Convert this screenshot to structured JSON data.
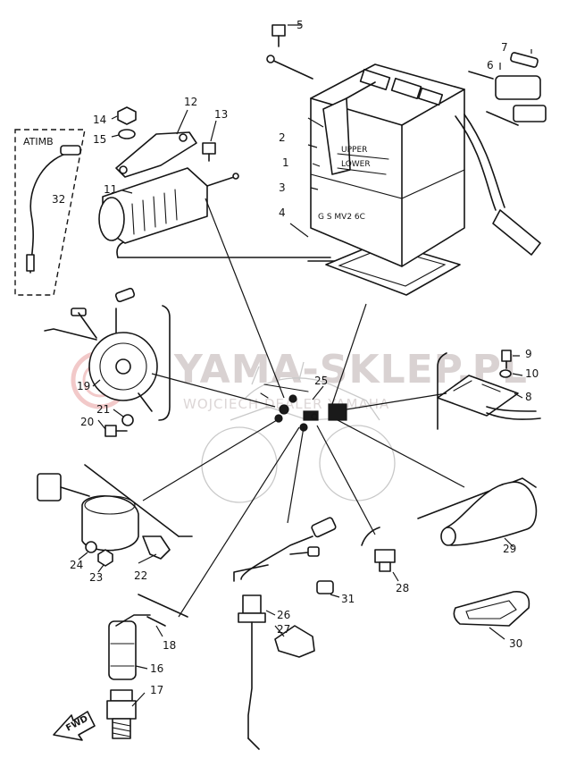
{
  "watermark": {
    "line1": "YAMA-SKLEP.PL",
    "line2": "WOJCIECH          DEALER YAMAHA",
    "logo_color": "#f2c9c9"
  },
  "battery": {
    "upper": "UPPER",
    "lower": "LOWER",
    "model": "G S    MV2 6C"
  },
  "atimb_label": "ATIMB",
  "fwd_label": "FWD",
  "callouts": {
    "n1": "1",
    "n2": "2",
    "n3": "3",
    "n4": "4",
    "n5": "5",
    "n6": "6",
    "n7": "7",
    "n8": "8",
    "n9": "9",
    "n10": "10",
    "n11": "11",
    "n12": "12",
    "n13": "13",
    "n14": "14",
    "n15": "15",
    "n16": "16",
    "n17": "17",
    "n18": "18",
    "n19": "19",
    "n20": "20",
    "n21": "21",
    "n22": "22",
    "n23": "23",
    "n24": "24",
    "n25": "25",
    "n26": "26",
    "n27": "27",
    "n28": "28",
    "n29": "29",
    "n30": "30",
    "n31": "31",
    "n32": "32"
  }
}
